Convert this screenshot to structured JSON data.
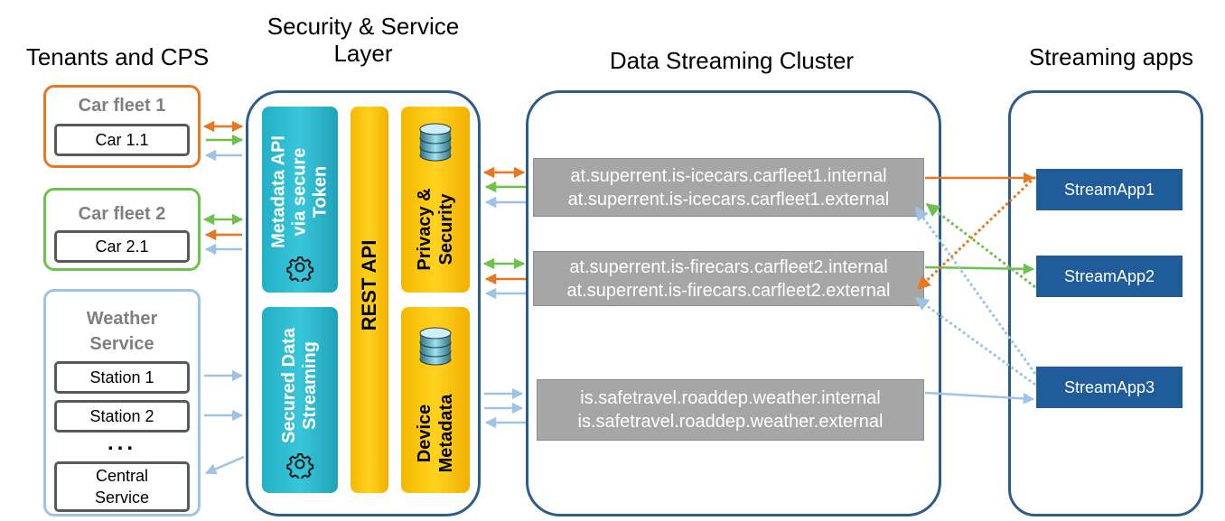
{
  "columns": {
    "tenants": "Tenants and CPS",
    "security": "Security & Service Layer",
    "cluster": "Data Streaming Cluster",
    "apps": "Streaming apps"
  },
  "tenants": {
    "fleet1": {
      "title": "Car fleet 1",
      "car": "Car 1.1"
    },
    "fleet2": {
      "title": "Car fleet 2",
      "car": "Car 2.1"
    },
    "weather": {
      "title": "Weather Service",
      "stations": [
        "Station 1",
        "Station 2"
      ],
      "ellipsis": "...",
      "central": "Central Service"
    }
  },
  "layer": {
    "metadata_api": "Metadata API via secure Token",
    "secured_streaming": "Secured Data Streaming",
    "rest_api": "REST API",
    "privacy_security": "Privacy & Security",
    "device_metadata": "Device Metadata"
  },
  "topics": [
    {
      "internal": "at.superrent.is-icecars.carfleet1.internal",
      "external": "at.superrent.is-icecars.carfleet1.external"
    },
    {
      "internal": "at.superrent.is-firecars.carfleet2.internal",
      "external": "at.superrent.is-firecars.carfleet2.external"
    },
    {
      "internal": "is.safetravel.roaddep.weather.internal",
      "external": "is.safetravel.roaddep.weather.external"
    }
  ],
  "apps": [
    "StreamApp1",
    "StreamApp2",
    "StreamApp3"
  ],
  "colors": {
    "fleet1": "#e87722",
    "fleet2": "#6cc24a",
    "weather": "#9dc3e6",
    "frame": "#2e5c8a",
    "app": "#1f5c99",
    "topic": "#a6a6a6",
    "teal": "#2bb8cf",
    "yellow": "#ffc91a"
  },
  "icons": [
    "gear-icon",
    "database-icon"
  ]
}
